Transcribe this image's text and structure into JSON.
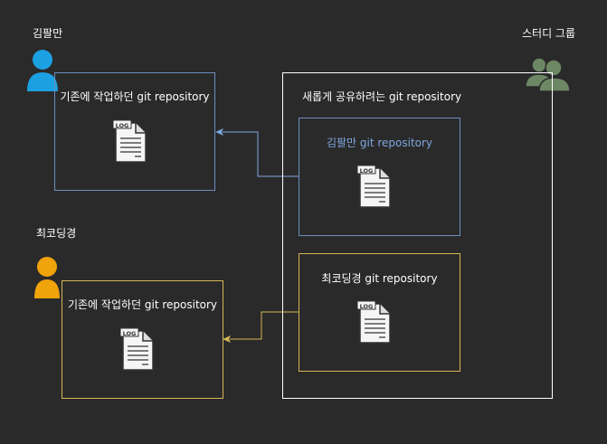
{
  "people": {
    "kim": {
      "name": "김팔만",
      "color": "#1ba1e2"
    },
    "choi": {
      "name": "최코딩경",
      "color": "#f0a30a"
    },
    "study": {
      "name": "스터디 그룹",
      "color": "#6d8764"
    }
  },
  "boxes": {
    "kim_local": {
      "title": "기존에 작업하던 git repository",
      "border": "#6c8ebf"
    },
    "choi_local": {
      "title": "기존에 작업하던 git repository",
      "border": "#d6b656"
    },
    "shared": {
      "title": "새롭게 공유하려는 git repository",
      "border": "#ffffff"
    },
    "shared_kim": {
      "title": "김팔만 git repository",
      "border": "#6c8ebf",
      "title_color": "#7ea6e0"
    },
    "shared_choi": {
      "title": "최코딩경 git repository",
      "border": "#d6b656"
    }
  },
  "doc_icon_label": "LOG",
  "icons": [
    "user-icon",
    "group-icon",
    "log-document-icon",
    "arrow-head-icon"
  ]
}
